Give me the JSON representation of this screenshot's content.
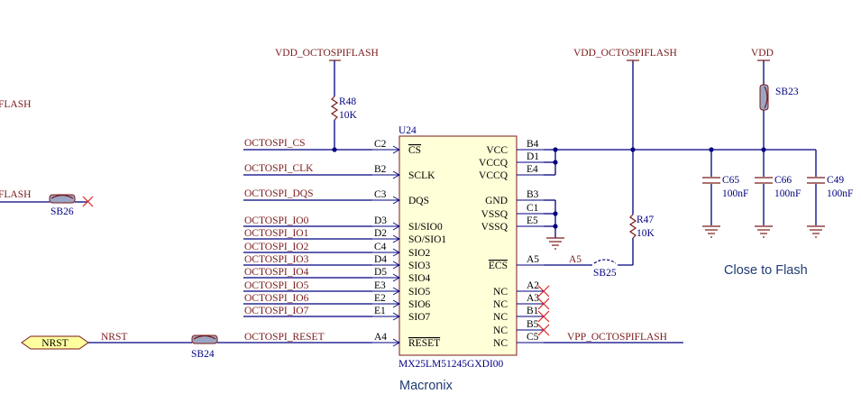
{
  "nets": {
    "vdd_octospi_left": "VDD_OCTOSPIFLASH",
    "vdd_octospi_right": "VDD_OCTOSPIFLASH",
    "vdd": "VDD",
    "flash_left_top": "FLASH",
    "flash_left_mid": "FLASH",
    "cs": "OCTOSPI_CS",
    "clk": "OCTOSPI_CLK",
    "dqs": "OCTOSPI_DQS",
    "io0": "OCTOSPI_IO0",
    "io1": "OCTOSPI_IO1",
    "io2": "OCTOSPI_IO2",
    "io3": "OCTOSPI_IO3",
    "io4": "OCTOSPI_IO4",
    "io5": "OCTOSPI_IO5",
    "io6": "OCTOSPI_IO6",
    "io7": "OCTOSPI_IO7",
    "reset": "OCTOSPI_RESET",
    "nrst_port": "NRST",
    "nrst_wire": "NRST",
    "a5": "A5",
    "vpp": "VPP_OCTOSPIFLASH"
  },
  "ic": {
    "ref": "U24",
    "part": "MX25LM51245GXDI00",
    "vendor": "Macronix",
    "left_pins": [
      {
        "num": "C2",
        "name": "CS",
        "overline": true
      },
      {
        "num": "B2",
        "name": "SCLK"
      },
      {
        "num": "C3",
        "name": "DQS"
      },
      {
        "num": "D3",
        "name": "SI/SIO0"
      },
      {
        "num": "D2",
        "name": "SO/SIO1"
      },
      {
        "num": "C4",
        "name": "SIO2"
      },
      {
        "num": "D4",
        "name": "SIO3"
      },
      {
        "num": "D5",
        "name": "SIO4"
      },
      {
        "num": "E3",
        "name": "SIO5"
      },
      {
        "num": "E2",
        "name": "SIO6"
      },
      {
        "num": "E1",
        "name": "SIO7"
      },
      {
        "num": "A4",
        "name": "RESET",
        "overline": true
      }
    ],
    "right_pins": [
      {
        "num": "B4",
        "name": "VCC"
      },
      {
        "num": "D1",
        "name": "VCCQ"
      },
      {
        "num": "E4",
        "name": "VCCQ"
      },
      {
        "num": "B3",
        "name": "GND"
      },
      {
        "num": "C1",
        "name": "VSSQ"
      },
      {
        "num": "E5",
        "name": "VSSQ"
      },
      {
        "num": "A5",
        "name": "ECS",
        "overline": true
      },
      {
        "num": "A2",
        "name": "NC"
      },
      {
        "num": "A3",
        "name": "NC"
      },
      {
        "num": "B1",
        "name": "NC"
      },
      {
        "num": "B5",
        "name": "NC"
      },
      {
        "num": "C5",
        "name": "NC"
      }
    ]
  },
  "components": {
    "r48_ref": "R48",
    "r48_val": "10K",
    "r47_ref": "R47",
    "r47_val": "10K",
    "c65_ref": "C65",
    "c65_val": "100nF",
    "c66_ref": "C66",
    "c66_val": "100nF",
    "c49_ref": "C49",
    "c49_val": "100nF",
    "sb23": "SB23",
    "sb24": "SB24",
    "sb25": "SB25",
    "sb26": "SB26"
  },
  "notes": {
    "close_to_flash": "Close to Flash"
  }
}
